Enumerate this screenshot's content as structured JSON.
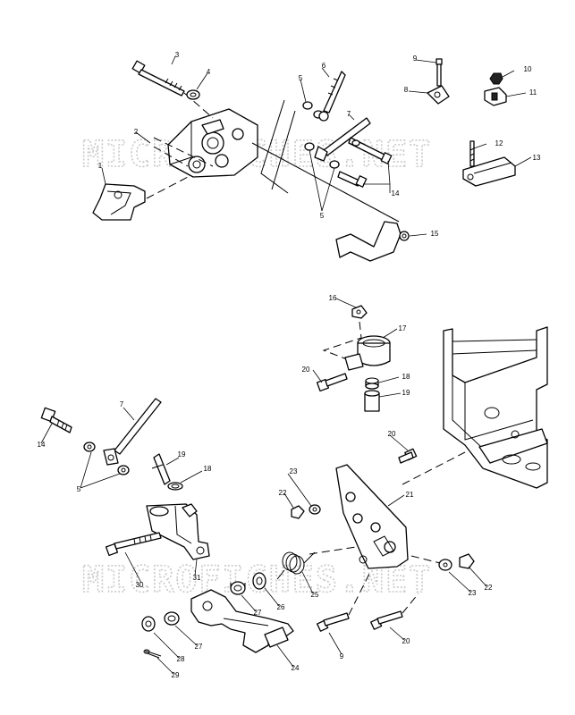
{
  "watermark": "MICROFICHES.NET",
  "callouts": {
    "p1": "1",
    "p2": "2",
    "p3": "3",
    "p4": "4",
    "p5a": "5",
    "p5b": "5",
    "p5c": "5",
    "p6": "6",
    "p7a": "7",
    "p7b": "7",
    "p8": "8",
    "p9a": "9",
    "p9b": "9",
    "p10": "10",
    "p11": "11",
    "p12": "12",
    "p13": "13",
    "p14a": "14",
    "p14b": "14",
    "p15": "15",
    "p16": "16",
    "p17": "17",
    "p18a": "18",
    "p18b": "18",
    "p19a": "19",
    "p19b": "19",
    "p20a": "20",
    "p20b": "20",
    "p20c": "20",
    "p21": "21",
    "p22a": "22",
    "p22b": "22",
    "p23a": "23",
    "p23b": "23",
    "p24": "24",
    "p25": "25",
    "p26": "26",
    "p27a": "27",
    "p27b": "27",
    "p28": "28",
    "p29": "29",
    "p30": "30",
    "p31": "31"
  }
}
